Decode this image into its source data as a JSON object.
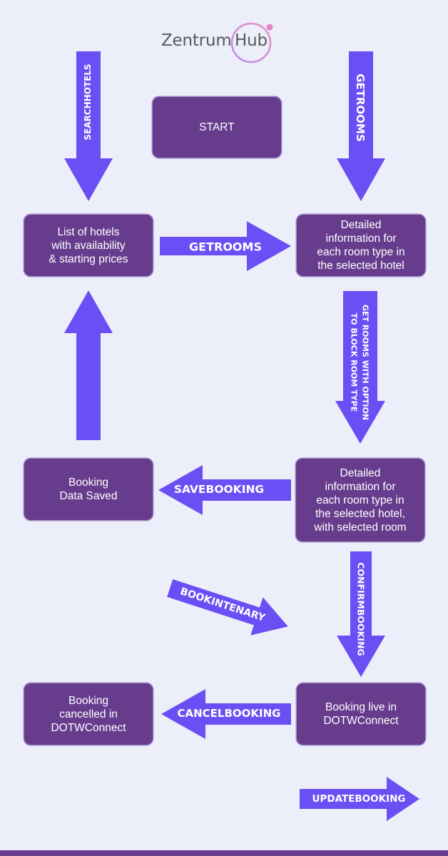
{
  "logo": {
    "part1": "Zentrum",
    "part2": "Hub"
  },
  "boxes": {
    "start": "START",
    "hotel_list": "List of hotels\nwith availability\n& starting prices",
    "room_info": "Detailed\ninformation for\neach room type in\nthe selected hotel",
    "room_info_selected": "Detailed\ninformation for\neach room type in\nthe selected hotel,\nwith selected room",
    "booking_saved": "Booking\nData Saved",
    "booking_live": "Booking live in\nDOTWConnect",
    "booking_cancelled": "Booking\ncancelled in\nDOTWConnect"
  },
  "arrows": {
    "search_hotels": "SEARCHHOTELS",
    "get_rooms_top": "GETROOMS",
    "get_rooms_mid": "GETROOMS",
    "block_room_line1": "GET ROOMS WITH OPTION",
    "block_room_line2": "TO BLOCK ROOM TYPE",
    "save_booking": "SAVEBOOKING",
    "book_itinerary": "BOOKINTENARY",
    "confirm_booking": "CONFIRMBOOKING",
    "cancel_booking": "CANCELBOOKING",
    "update_booking": "UPDATEBOOKING"
  },
  "colors": {
    "background": "#eceef9",
    "box_fill": "#673c8d",
    "arrow_fill": "#6a4ff5",
    "logo_ring": "#e58cc9"
  }
}
